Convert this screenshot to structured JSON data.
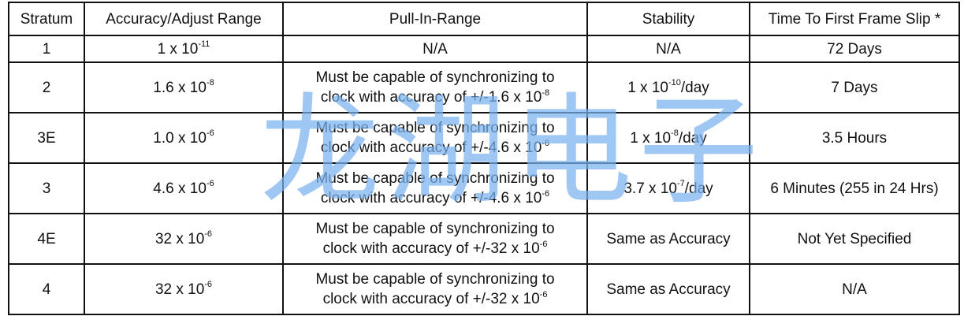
{
  "table": {
    "headers": [
      "Stratum",
      "Accuracy/Adjust Range",
      "Pull-In-Range",
      "Stability",
      "Time To First Frame Slip *"
    ],
    "rows": [
      {
        "stratum": "1",
        "accuracy": {
          "base": "1 x 10",
          "exp": "-11"
        },
        "pull_in": {
          "line1": "N/A",
          "line2_base": "",
          "line2_exp": ""
        },
        "stability": {
          "base": "N/A",
          "exp": "",
          "suffix": ""
        },
        "slip": "72 Days"
      },
      {
        "stratum": "2",
        "accuracy": {
          "base": "1.6 x 10",
          "exp": "-8"
        },
        "pull_in": {
          "line1": "Must be capable of synchronizing to",
          "line2_base": "clock with accuracy of +/-1.6 x 10",
          "line2_exp": "-8"
        },
        "stability": {
          "base": "1 x 10",
          "exp": "-10",
          "suffix": "/day"
        },
        "slip": "7 Days"
      },
      {
        "stratum": "3E",
        "accuracy": {
          "base": "1.0 x 10",
          "exp": "-6"
        },
        "pull_in": {
          "line1": "Must be capable of synchronizing to",
          "line2_base": "clock with accuracy of +/-4.6 x 10",
          "line2_exp": "-6"
        },
        "stability": {
          "base": "1 x 10",
          "exp": "-8",
          "suffix": "/day"
        },
        "slip": "3.5 Hours"
      },
      {
        "stratum": "3",
        "accuracy": {
          "base": "4.6 x 10",
          "exp": "-6"
        },
        "pull_in": {
          "line1": "Must be capable of synchronizing to",
          "line2_base": "clock with accuracy of +/-4.6 x 10",
          "line2_exp": "-6"
        },
        "stability": {
          "base": "3.7 x 10",
          "exp": "-7",
          "suffix": "/day"
        },
        "slip": "6 Minutes (255 in 24 Hrs)"
      },
      {
        "stratum": "4E",
        "accuracy": {
          "base": "32 x 10",
          "exp": "-6"
        },
        "pull_in": {
          "line1": "Must be capable of synchronizing to",
          "line2_base": "clock with accuracy of +/-32 x 10",
          "line2_exp": "-6"
        },
        "stability": {
          "base": "Same as Accuracy",
          "exp": "",
          "suffix": ""
        },
        "slip": "Not Yet Specified"
      },
      {
        "stratum": "4",
        "accuracy": {
          "base": "32 x 10",
          "exp": "-6"
        },
        "pull_in": {
          "line1": "Must be capable of synchronizing to",
          "line2_base": "clock with accuracy of +/-32 x 10",
          "line2_exp": "-6"
        },
        "stability": {
          "base": "Same as Accuracy",
          "exp": "",
          "suffix": ""
        },
        "slip": "N/A"
      }
    ]
  },
  "watermark": {
    "text": "龙湖电子",
    "color": "#7ab2ee"
  }
}
